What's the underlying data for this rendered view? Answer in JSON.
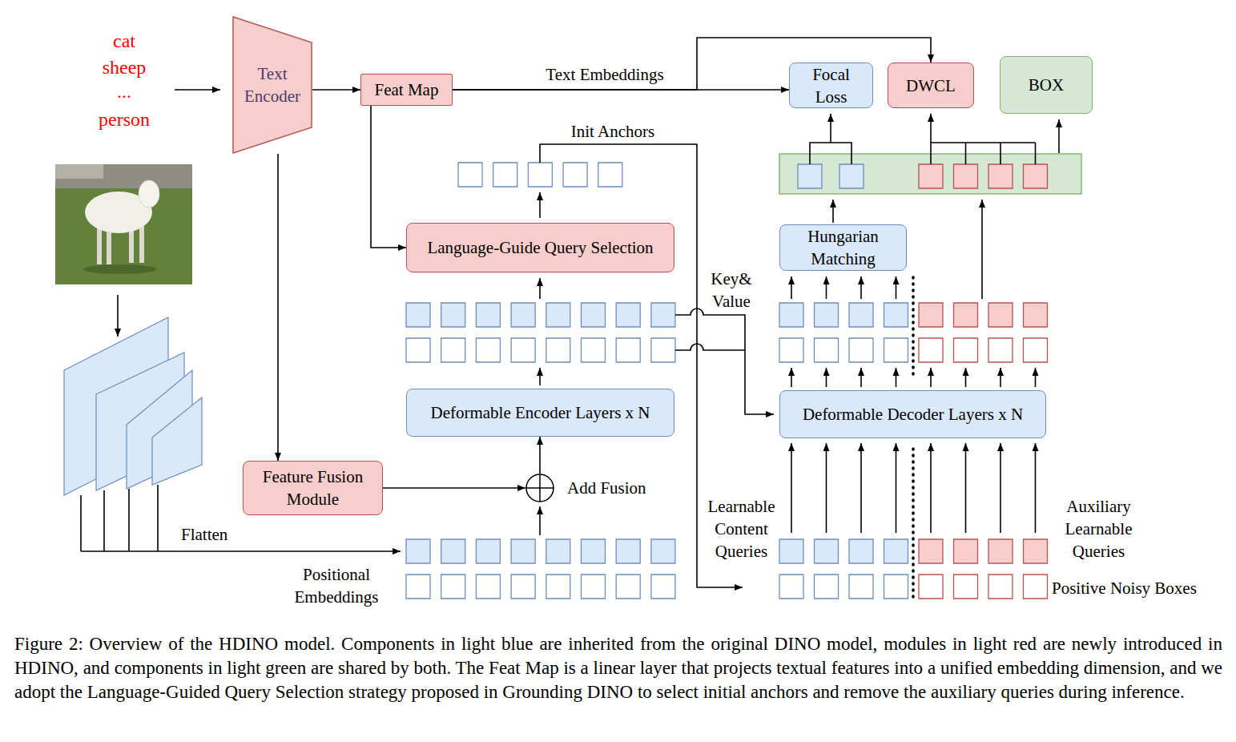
{
  "diagram": {
    "caption": "Figure 2: Overview of the HDINO model. Components in light blue are inherited from the original DINO model, modules in light red are newly introduced in HDINO, and components in light green are shared by both. The Feat Map is a linear layer that projects textual features into a unified embedding dimension, and we adopt the Language-Guided Query Selection strategy proposed in Grounding DINO to select initial anchors and remove the auxiliary queries during inference.",
    "nodes": [
      {
        "text": [
          "Text Encoder"
        ]
      },
      {
        "text": [
          "Feat Map"
        ]
      },
      {
        "text": [
          "Focal Loss"
        ]
      },
      {
        "text": [
          "DWCL"
        ]
      },
      {
        "text": [
          "BOX"
        ]
      },
      {
        "text": [
          "Language-Guide Query Selection"
        ]
      },
      {
        "text": [
          "Hungarian Matching"
        ]
      },
      {
        "text": [
          "Deformable Encoder Layers x N"
        ]
      },
      {
        "text": [
          "Deformable Decoder Layers x N"
        ]
      },
      {
        "text": [
          "Feature Fusion Module"
        ]
      },
      {
        "text": [
          "Add Fusion"
        ]
      }
    ],
    "edges": [
      {
        "from": 0,
        "to": 1,
        "arrow": "to"
      },
      {
        "from": 1,
        "to": 2,
        "label": "Text Embeddings",
        "arrow": "to"
      },
      {
        "from": 1,
        "to": 3,
        "arrow": "to"
      },
      {
        "from": 1,
        "to": 5,
        "arrow": "to"
      },
      {
        "from": 0,
        "to": 9,
        "arrow": "to"
      },
      {
        "from": 9,
        "to": 10,
        "arrow": "to"
      },
      {
        "from": 10,
        "to": 7,
        "arrow": "to"
      }
    ],
    "labels": [
      "cat",
      "sheep",
      "...",
      "person",
      "Init Anchors",
      "Key& Value",
      "Learnable Content Queries",
      "Auxiliary Learnable Queries",
      "Flatten",
      "Positional Embeddings",
      "Positive Noisy Boxes"
    ]
  }
}
